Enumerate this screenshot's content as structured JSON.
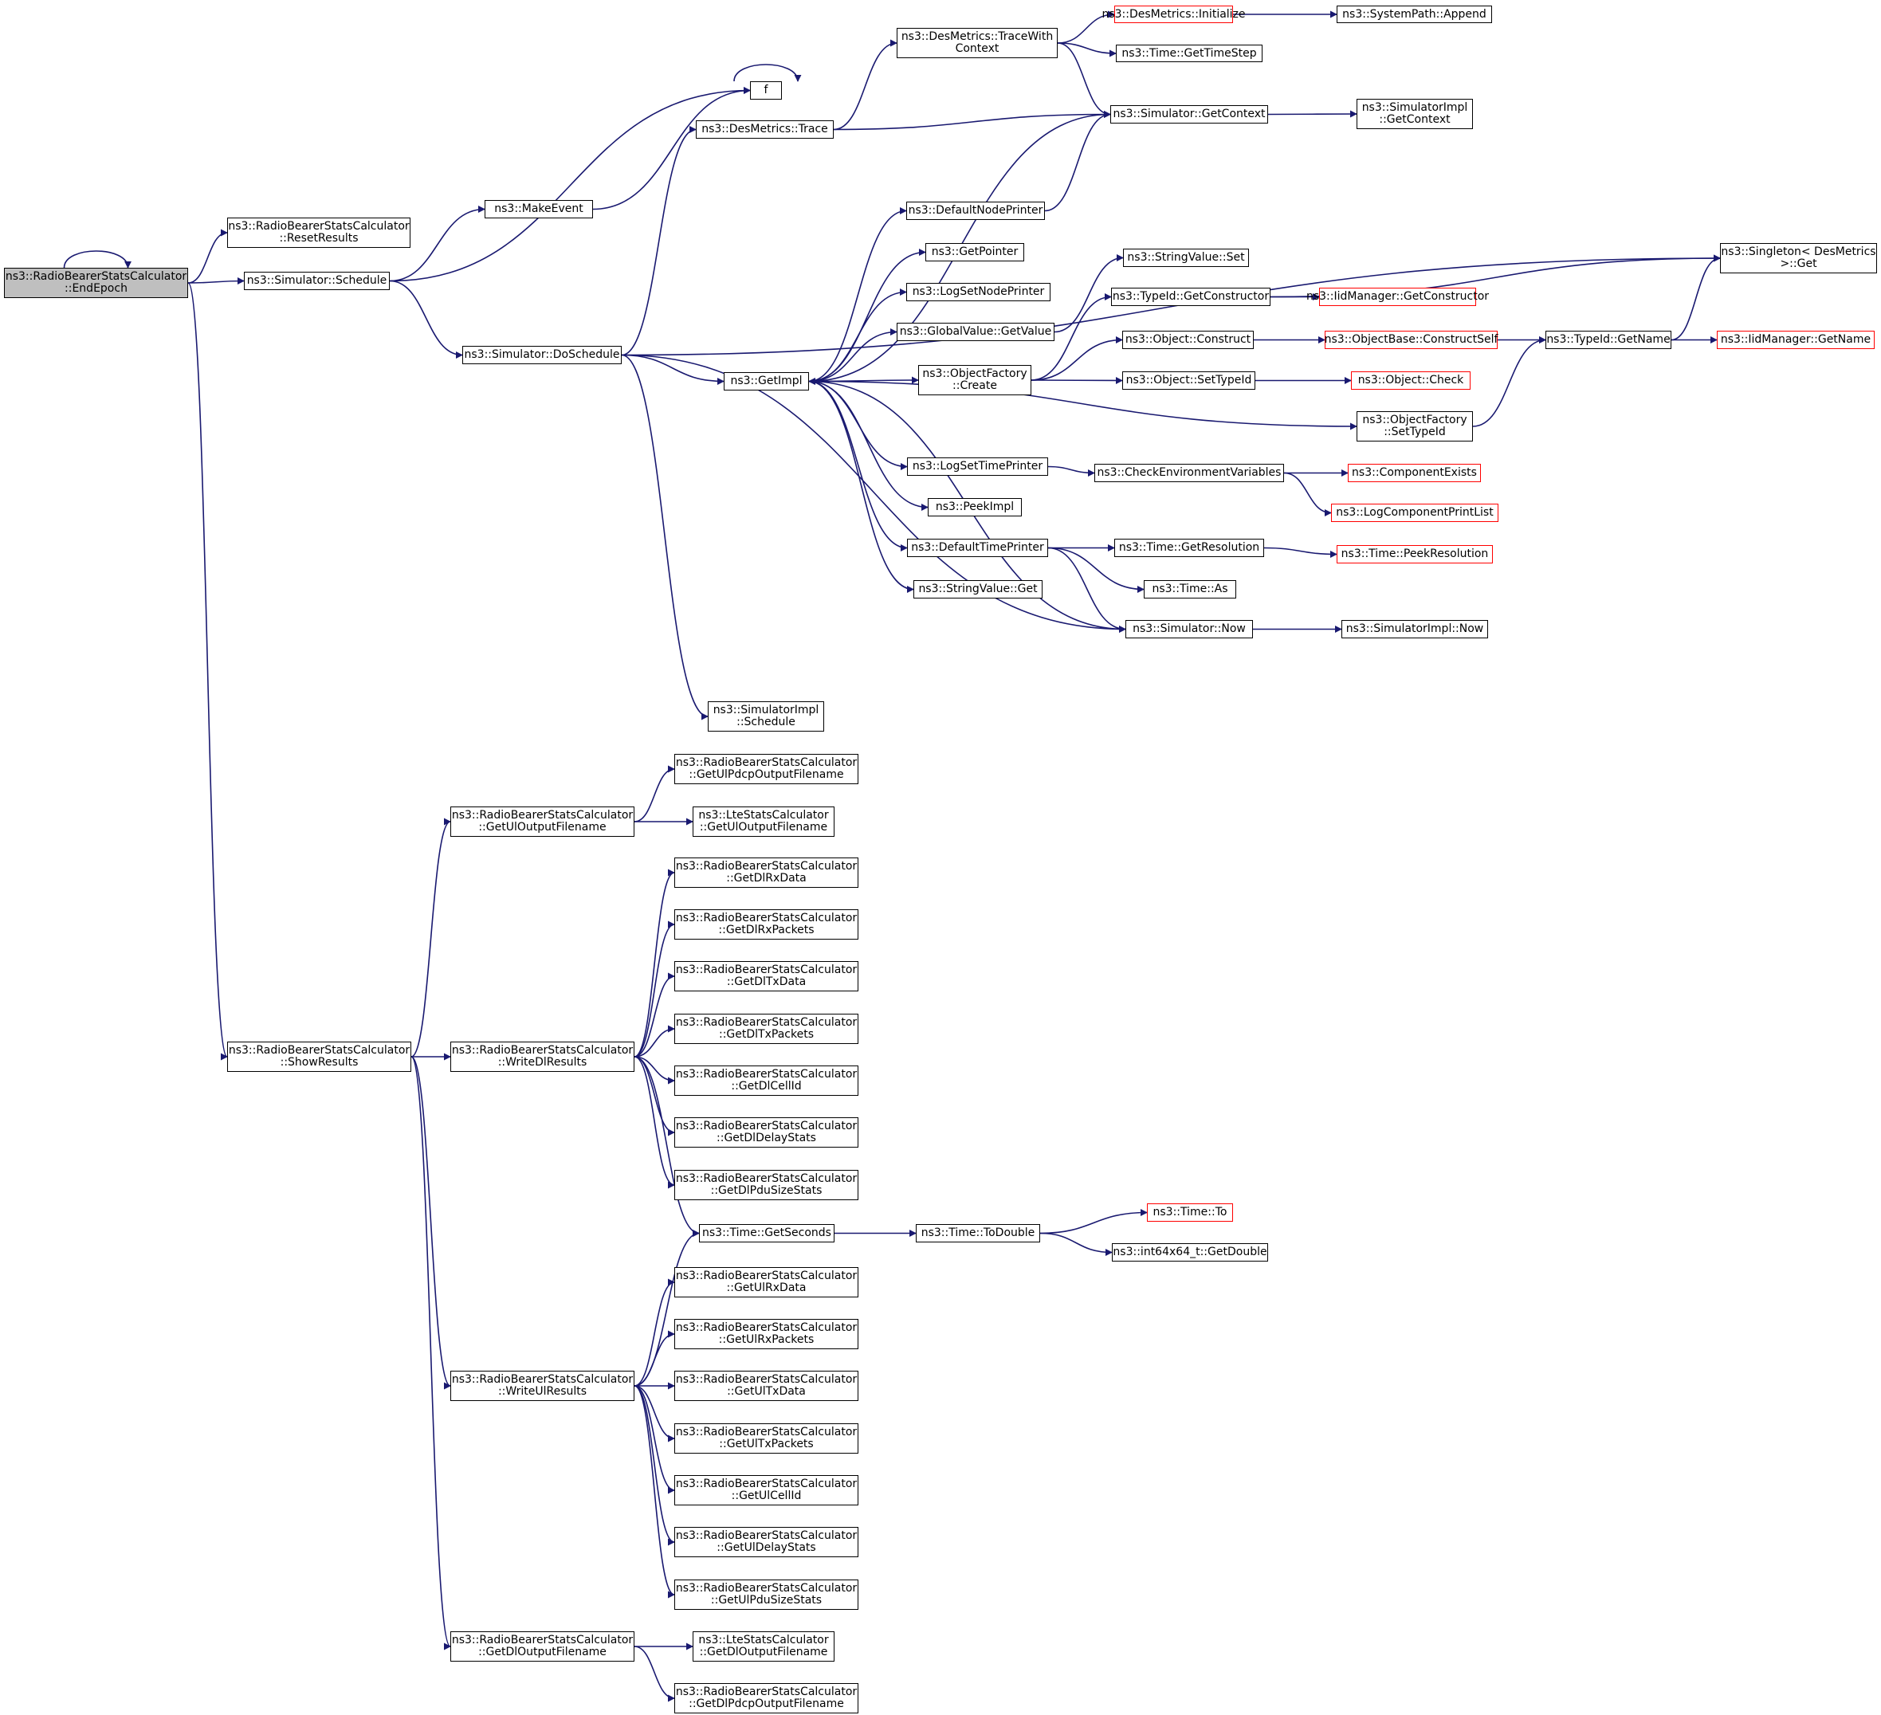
{
  "colors": {
    "edge": "#191970",
    "node_border": "#000000",
    "external_border": "#ff0000",
    "root_fill": "#bfbfbf",
    "background": "#ffffff"
  },
  "nodes": {
    "endEpoch": [
      "ns3::RadioBearerStatsCalculator",
      "::EndEpoch"
    ],
    "resetResults": [
      "ns3::RadioBearerStatsCalculator",
      "::ResetResults"
    ],
    "simSchedule": [
      "ns3::Simulator::Schedule"
    ],
    "makeEvent": [
      "ns3::MakeEvent"
    ],
    "f": [
      "f"
    ],
    "desTrace": [
      "ns3::DesMetrics::Trace"
    ],
    "desTraceCtx": [
      "ns3::DesMetrics::TraceWith",
      "Context"
    ],
    "desInit": [
      "ns3::DesMetrics::Initialize"
    ],
    "sysPathAppend": [
      "ns3::SystemPath::Append"
    ],
    "timeGetStep": [
      "ns3::Time::GetTimeStep"
    ],
    "simGetContext": [
      "ns3::Simulator::GetContext"
    ],
    "simImplGetContext": [
      "ns3::SimulatorImpl",
      "::GetContext"
    ],
    "defaultNodePrinter": [
      "ns3::DefaultNodePrinter"
    ],
    "getPointer": [
      "ns3::GetPointer"
    ],
    "logSetNodePrinter": [
      "ns3::LogSetNodePrinter"
    ],
    "globalGetValue": [
      "ns3::GlobalValue::GetValue"
    ],
    "stringValueSet": [
      "ns3::StringValue::Set"
    ],
    "typeIdGetCtor": [
      "ns3::TypeId::GetConstructor"
    ],
    "iidGetCtor": [
      "ns3::IidManager::GetConstructor"
    ],
    "singletonGet": [
      "ns3::Singleton< DesMetrics",
      " >::Get"
    ],
    "simDoSchedule": [
      "ns3::Simulator::DoSchedule"
    ],
    "getImpl": [
      "ns3::GetImpl"
    ],
    "objFactoryCreate": [
      "ns3::ObjectFactory",
      "::Create"
    ],
    "objConstruct": [
      "ns3::Object::Construct"
    ],
    "objBaseConstructSelf": [
      "ns3::ObjectBase::ConstructSelf"
    ],
    "typeIdGetName": [
      "ns3::TypeId::GetName"
    ],
    "iidGetName": [
      "ns3::IidManager::GetName"
    ],
    "objSetTypeId": [
      "ns3::Object::SetTypeId"
    ],
    "objCheck": [
      "ns3::Object::Check"
    ],
    "objFactorySetTypeId": [
      "ns3::ObjectFactory",
      "::SetTypeId"
    ],
    "logSetTimePrinter": [
      "ns3::LogSetTimePrinter"
    ],
    "checkEnvVars": [
      "ns3::CheckEnvironmentVariables"
    ],
    "componentExists": [
      "ns3::ComponentExists"
    ],
    "logCompPrintList": [
      "ns3::LogComponentPrintList"
    ],
    "peekImpl": [
      "ns3::PeekImpl"
    ],
    "defaultTimePrinter": [
      "ns3::DefaultTimePrinter"
    ],
    "timeGetResolution": [
      "ns3::Time::GetResolution"
    ],
    "timePeekResolution": [
      "ns3::Time::PeekResolution"
    ],
    "timeAs": [
      "ns3::Time::As"
    ],
    "stringValueGet": [
      "ns3::StringValue::Get"
    ],
    "simNow": [
      "ns3::Simulator::Now"
    ],
    "simImplNow": [
      "ns3::SimulatorImpl::Now"
    ],
    "simImplSchedule": [
      "ns3::SimulatorImpl",
      "::Schedule"
    ],
    "getUlPdcpOut": [
      "ns3::RadioBearerStatsCalculator",
      "::GetUlPdcpOutputFilename"
    ],
    "getUlOut": [
      "ns3::RadioBearerStatsCalculator",
      "::GetUlOutputFilename"
    ],
    "lteGetUlOut": [
      "ns3::LteStatsCalculator",
      "::GetUlOutputFilename"
    ],
    "getDlRxData": [
      "ns3::RadioBearerStatsCalculator",
      "::GetDlRxData"
    ],
    "getDlRxPackets": [
      "ns3::RadioBearerStatsCalculator",
      "::GetDlRxPackets"
    ],
    "getDlTxData": [
      "ns3::RadioBearerStatsCalculator",
      "::GetDlTxData"
    ],
    "getDlTxPackets": [
      "ns3::RadioBearerStatsCalculator",
      "::GetDlTxPackets"
    ],
    "showResults": [
      "ns3::RadioBearerStatsCalculator",
      "::ShowResults"
    ],
    "writeDlResults": [
      "ns3::RadioBearerStatsCalculator",
      "::WriteDlResults"
    ],
    "getDlCellId": [
      "ns3::RadioBearerStatsCalculator",
      "::GetDlCellId"
    ],
    "getDlDelayStats": [
      "ns3::RadioBearerStatsCalculator",
      "::GetDlDelayStats"
    ],
    "getDlPduSizeStats": [
      "ns3::RadioBearerStatsCalculator",
      "::GetDlPduSizeStats"
    ],
    "timeGetSeconds": [
      "ns3::Time::GetSeconds"
    ],
    "timeToDouble": [
      "ns3::Time::ToDouble"
    ],
    "timeTo": [
      "ns3::Time::To"
    ],
    "int64GetDouble": [
      "ns3::int64x64_t::GetDouble"
    ],
    "getUlRxData": [
      "ns3::RadioBearerStatsCalculator",
      "::GetUlRxData"
    ],
    "getUlRxPackets": [
      "ns3::RadioBearerStatsCalculator",
      "::GetUlRxPackets"
    ],
    "writeUlResults": [
      "ns3::RadioBearerStatsCalculator",
      "::WriteUlResults"
    ],
    "getUlTxData": [
      "ns3::RadioBearerStatsCalculator",
      "::GetUlTxData"
    ],
    "getUlTxPackets": [
      "ns3::RadioBearerStatsCalculator",
      "::GetUlTxPackets"
    ],
    "getUlCellId": [
      "ns3::RadioBearerStatsCalculator",
      "::GetUlCellId"
    ],
    "getUlDelayStats": [
      "ns3::RadioBearerStatsCalculator",
      "::GetUlDelayStats"
    ],
    "getUlPduSizeStats": [
      "ns3::RadioBearerStatsCalculator",
      "::GetUlPduSizeStats"
    ],
    "getDlOut": [
      "ns3::RadioBearerStatsCalculator",
      "::GetDlOutputFilename"
    ],
    "lteGetDlOut": [
      "ns3::LteStatsCalculator",
      "::GetDlOutputFilename"
    ],
    "getDlPdcpOut": [
      "ns3::RadioBearerStatsCalculator",
      "::GetDlPdcpOutputFilename"
    ]
  },
  "edges": [
    [
      "endEpoch",
      "endEpoch"
    ],
    [
      "endEpoch",
      "resetResults"
    ],
    [
      "endEpoch",
      "simSchedule"
    ],
    [
      "endEpoch",
      "showResults"
    ],
    [
      "simSchedule",
      "f"
    ],
    [
      "simSchedule",
      "makeEvent"
    ],
    [
      "simSchedule",
      "simDoSchedule"
    ],
    [
      "makeEvent",
      "f"
    ],
    [
      "f",
      "f"
    ],
    [
      "simDoSchedule",
      "desTrace"
    ],
    [
      "simDoSchedule",
      "singletonGet"
    ],
    [
      "simDoSchedule",
      "getImpl"
    ],
    [
      "simDoSchedule",
      "simImplSchedule"
    ],
    [
      "simDoSchedule",
      "simNow"
    ],
    [
      "desTrace",
      "desTraceCtx"
    ],
    [
      "desTrace",
      "simGetContext"
    ],
    [
      "desTraceCtx",
      "desInit"
    ],
    [
      "desTraceCtx",
      "timeGetStep"
    ],
    [
      "desTraceCtx",
      "simGetContext"
    ],
    [
      "desInit",
      "sysPathAppend"
    ],
    [
      "simGetContext",
      "getImpl"
    ],
    [
      "simGetContext",
      "simImplGetContext"
    ],
    [
      "getImpl",
      "defaultNodePrinter"
    ],
    [
      "getImpl",
      "getPointer"
    ],
    [
      "getImpl",
      "logSetNodePrinter"
    ],
    [
      "getImpl",
      "globalGetValue"
    ],
    [
      "getImpl",
      "objFactoryCreate"
    ],
    [
      "getImpl",
      "objFactorySetTypeId"
    ],
    [
      "getImpl",
      "logSetTimePrinter"
    ],
    [
      "getImpl",
      "peekImpl"
    ],
    [
      "getImpl",
      "defaultTimePrinter"
    ],
    [
      "getImpl",
      "stringValueGet"
    ],
    [
      "defaultNodePrinter",
      "simGetContext"
    ],
    [
      "globalGetValue",
      "stringValueSet"
    ],
    [
      "objFactoryCreate",
      "typeIdGetCtor"
    ],
    [
      "objFactoryCreate",
      "objConstruct"
    ],
    [
      "objFactoryCreate",
      "objSetTypeId"
    ],
    [
      "typeIdGetCtor",
      "iidGetCtor"
    ],
    [
      "typeIdGetCtor",
      "singletonGet"
    ],
    [
      "objConstruct",
      "objBaseConstructSelf"
    ],
    [
      "objBaseConstructSelf",
      "typeIdGetName"
    ],
    [
      "typeIdGetName",
      "iidGetName"
    ],
    [
      "typeIdGetName",
      "singletonGet"
    ],
    [
      "objSetTypeId",
      "objCheck"
    ],
    [
      "objFactorySetTypeId",
      "typeIdGetName"
    ],
    [
      "logSetTimePrinter",
      "checkEnvVars"
    ],
    [
      "checkEnvVars",
      "componentExists"
    ],
    [
      "checkEnvVars",
      "logCompPrintList"
    ],
    [
      "defaultTimePrinter",
      "timeGetResolution"
    ],
    [
      "defaultTimePrinter",
      "timeAs"
    ],
    [
      "defaultTimePrinter",
      "simNow"
    ],
    [
      "timeGetResolution",
      "timePeekResolution"
    ],
    [
      "simNow",
      "getImpl"
    ],
    [
      "simNow",
      "simImplNow"
    ],
    [
      "showResults",
      "getUlOut"
    ],
    [
      "showResults",
      "writeDlResults"
    ],
    [
      "showResults",
      "writeUlResults"
    ],
    [
      "showResults",
      "getDlOut"
    ],
    [
      "getUlOut",
      "getUlPdcpOut"
    ],
    [
      "getUlOut",
      "lteGetUlOut"
    ],
    [
      "writeDlResults",
      "getDlRxData"
    ],
    [
      "writeDlResults",
      "getDlRxPackets"
    ],
    [
      "writeDlResults",
      "getDlTxData"
    ],
    [
      "writeDlResults",
      "getDlTxPackets"
    ],
    [
      "writeDlResults",
      "getDlCellId"
    ],
    [
      "writeDlResults",
      "getDlDelayStats"
    ],
    [
      "writeDlResults",
      "getDlPduSizeStats"
    ],
    [
      "writeDlResults",
      "timeGetSeconds"
    ],
    [
      "timeGetSeconds",
      "timeToDouble"
    ],
    [
      "timeToDouble",
      "timeTo"
    ],
    [
      "timeToDouble",
      "int64GetDouble"
    ],
    [
      "writeUlResults",
      "timeGetSeconds"
    ],
    [
      "writeUlResults",
      "getUlRxData"
    ],
    [
      "writeUlResults",
      "getUlRxPackets"
    ],
    [
      "writeUlResults",
      "getUlTxData"
    ],
    [
      "writeUlResults",
      "getUlTxPackets"
    ],
    [
      "writeUlResults",
      "getUlCellId"
    ],
    [
      "writeUlResults",
      "getUlDelayStats"
    ],
    [
      "writeUlResults",
      "getUlPduSizeStats"
    ],
    [
      "getDlOut",
      "lteGetDlOut"
    ],
    [
      "getDlOut",
      "getDlPdcpOut"
    ]
  ]
}
